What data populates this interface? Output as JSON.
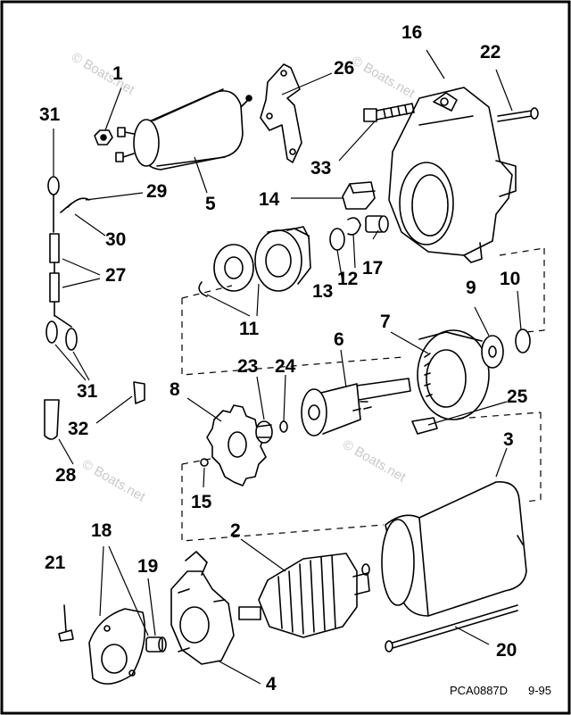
{
  "diagram": {
    "part_labels": {
      "p1": "1",
      "p2": "2",
      "p3": "3",
      "p4": "4",
      "p5": "5",
      "p6": "6",
      "p7": "7",
      "p8": "8",
      "p9": "9",
      "p10": "10",
      "p11": "11",
      "p12": "12",
      "p13": "13",
      "p14": "14",
      "p15": "15",
      "p16": "16",
      "p17": "17",
      "p18": "18",
      "p19": "19",
      "p20": "20",
      "p21": "21",
      "p22": "22",
      "p23": "23",
      "p24": "24",
      "p25": "25",
      "p26": "26",
      "p27": "27",
      "p28": "28",
      "p29": "29",
      "p30": "30",
      "p31a": "31",
      "p31b": "31",
      "p32": "32",
      "p33": "33"
    },
    "drawing_code": "PCA0887D",
    "drawing_date": "9-95",
    "watermark": "© Boats.net"
  }
}
